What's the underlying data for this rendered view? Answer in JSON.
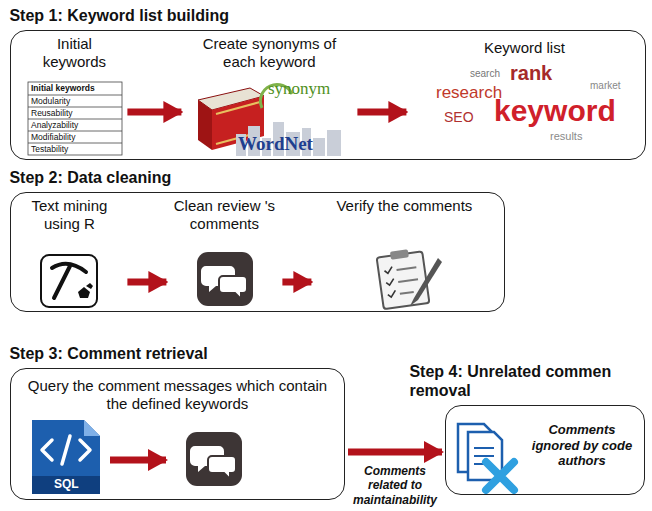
{
  "diagram": {
    "nodes": [
      {
        "text": [
          "Step 1: Keyword list building"
        ]
      },
      {
        "text": [
          "Initial keywords"
        ],
        "in": 0
      },
      {
        "text": [
          "Create synonyms of each keyword"
        ],
        "in": 0
      },
      {
        "text": [
          "Keyword list"
        ],
        "in": 0
      },
      {
        "text": [
          "Step 2: Data cleaning"
        ]
      },
      {
        "text": [
          "Text mining using R"
        ],
        "in": 4
      },
      {
        "text": [
          "Clean review 's comments"
        ],
        "in": 4
      },
      {
        "text": [
          "Verify the comments"
        ],
        "in": 4
      },
      {
        "text": [
          "Step 3: Comment retrieval",
          "Query the comment messages which contain the defined keywords"
        ]
      },
      {
        "text": [
          "Step 4: Unrelated commen removal",
          "Comments ignored by code authors"
        ]
      }
    ],
    "edges": [
      {
        "from": 1,
        "to": 2,
        "arrow": "to"
      },
      {
        "from": 2,
        "to": 3,
        "arrow": "to"
      },
      {
        "from": 5,
        "to": 6,
        "arrow": "to"
      },
      {
        "from": 6,
        "to": 7,
        "arrow": "to"
      },
      {
        "from": 8,
        "to": 9,
        "label": "Comments related to maintainability",
        "arrow": "to"
      }
    ],
    "labels": [
      "Initial keywords",
      "Modularity",
      "Reusability",
      "Analyzability",
      "Modifiability",
      "Testability",
      "synonym",
      "WordNet",
      "search",
      "rank",
      "research",
      "market",
      "keyword",
      "SEO",
      "results",
      "SQL"
    ]
  }
}
